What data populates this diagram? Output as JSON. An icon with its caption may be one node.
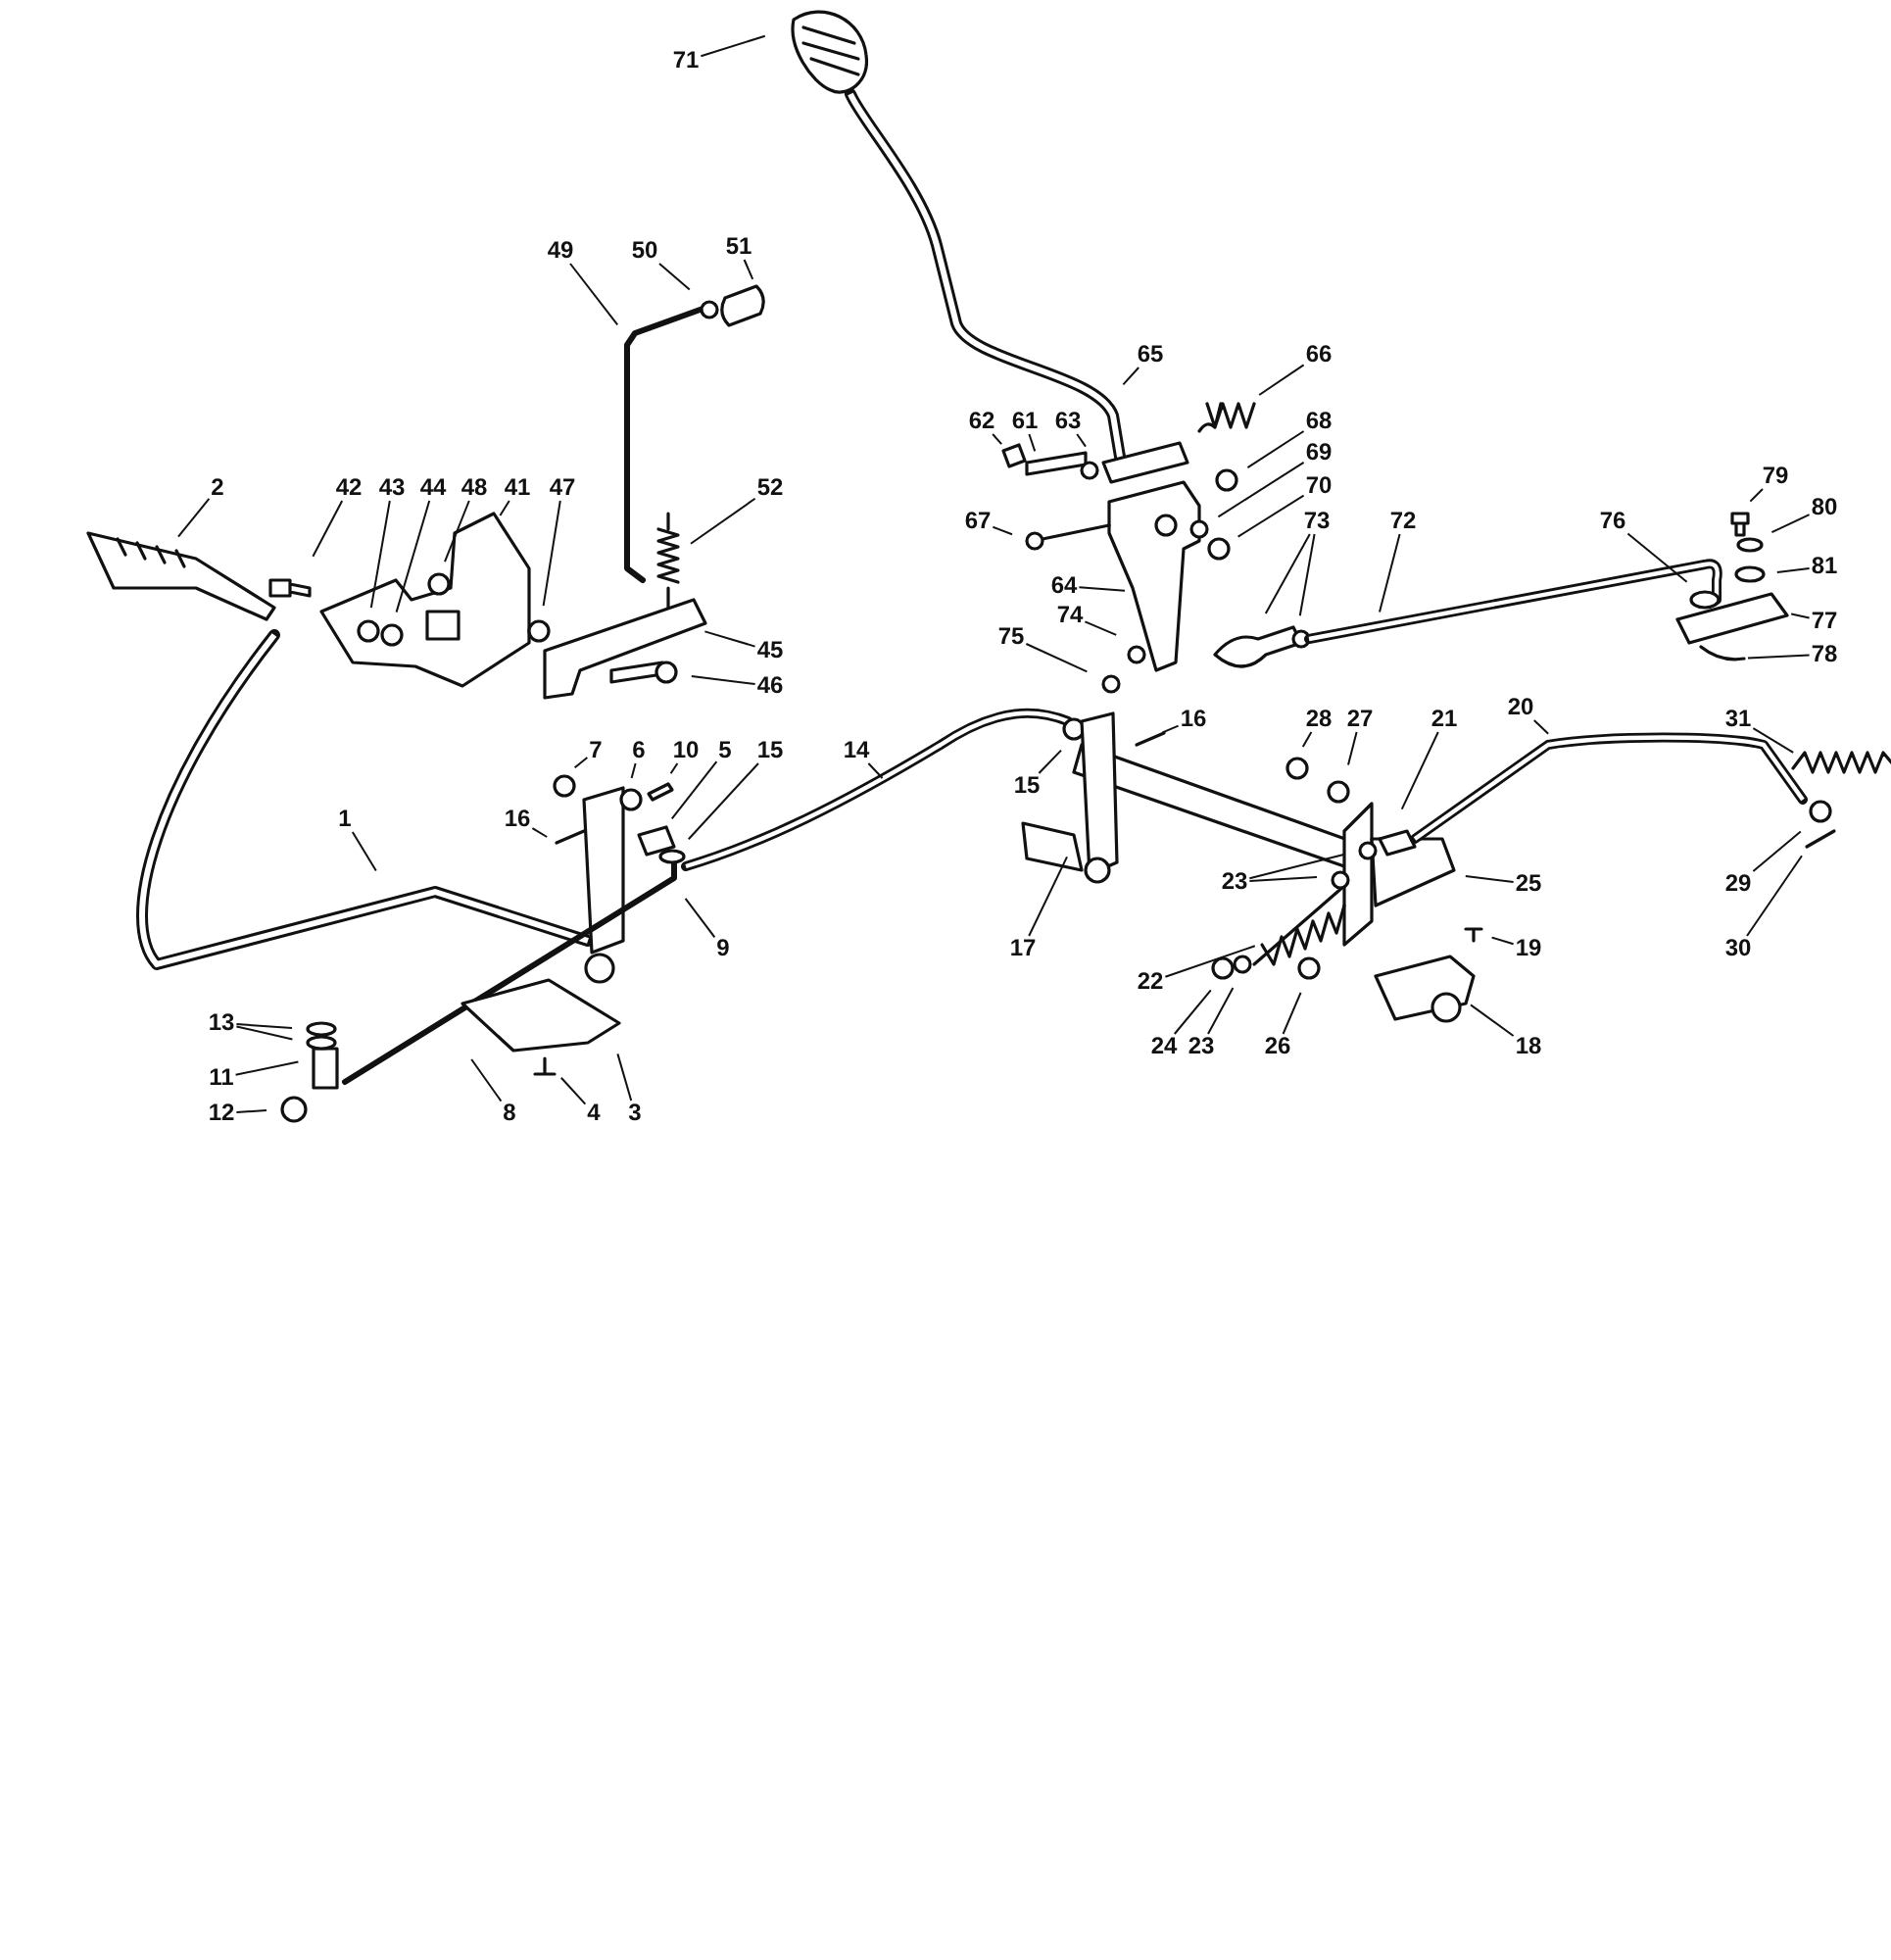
{
  "diagram": {
    "nodes": [
      {
        "text": [
          "71"
        ]
      },
      {
        "text": [
          "49"
        ]
      },
      {
        "text": [
          "50"
        ]
      },
      {
        "text": [
          "51"
        ]
      },
      {
        "text": [
          "65"
        ]
      },
      {
        "text": [
          "66"
        ]
      },
      {
        "text": [
          "62"
        ]
      },
      {
        "text": [
          "61"
        ]
      },
      {
        "text": [
          "63"
        ]
      },
      {
        "text": [
          "68"
        ]
      },
      {
        "text": [
          "69"
        ]
      },
      {
        "text": [
          "2"
        ]
      },
      {
        "text": [
          "42"
        ]
      },
      {
        "text": [
          "43"
        ]
      },
      {
        "text": [
          "44"
        ]
      },
      {
        "text": [
          "48"
        ]
      },
      {
        "text": [
          "41"
        ]
      },
      {
        "text": [
          "47"
        ]
      },
      {
        "text": [
          "52"
        ]
      },
      {
        "text": [
          "67"
        ]
      },
      {
        "text": [
          "70"
        ]
      },
      {
        "text": [
          "73"
        ]
      },
      {
        "text": [
          "72"
        ]
      },
      {
        "text": [
          "76"
        ]
      },
      {
        "text": [
          "79"
        ]
      },
      {
        "text": [
          "80"
        ]
      },
      {
        "text": [
          "81"
        ]
      },
      {
        "text": [
          "64"
        ]
      },
      {
        "text": [
          "75"
        ]
      },
      {
        "text": [
          "74"
        ]
      },
      {
        "text": [
          "77"
        ]
      },
      {
        "text": [
          "78"
        ]
      },
      {
        "text": [
          "45"
        ]
      },
      {
        "text": [
          "46"
        ]
      },
      {
        "text": [
          "7"
        ]
      },
      {
        "text": [
          "6"
        ]
      },
      {
        "text": [
          "10"
        ]
      },
      {
        "text": [
          "5"
        ]
      },
      {
        "text": [
          "15"
        ]
      },
      {
        "text": [
          "14"
        ]
      },
      {
        "text": [
          "16"
        ]
      },
      {
        "text": [
          "16"
        ]
      },
      {
        "text": [
          "28"
        ]
      },
      {
        "text": [
          "27"
        ]
      },
      {
        "text": [
          "21"
        ]
      },
      {
        "text": [
          "20"
        ]
      },
      {
        "text": [
          "31"
        ]
      },
      {
        "text": [
          "1"
        ]
      },
      {
        "text": [
          "15"
        ]
      },
      {
        "text": [
          "23"
        ]
      },
      {
        "text": [
          "25"
        ]
      },
      {
        "text": [
          "9"
        ]
      },
      {
        "text": [
          "17"
        ]
      },
      {
        "text": [
          "19"
        ]
      },
      {
        "text": [
          "29"
        ]
      },
      {
        "text": [
          "22"
        ]
      },
      {
        "text": [
          "13"
        ]
      },
      {
        "text": [
          "11"
        ]
      },
      {
        "text": [
          "24"
        ]
      },
      {
        "text": [
          "23"
        ]
      },
      {
        "text": [
          "26"
        ]
      },
      {
        "text": [
          "18"
        ]
      },
      {
        "text": [
          "30"
        ]
      },
      {
        "text": [
          "12"
        ]
      },
      {
        "text": [
          "8"
        ]
      },
      {
        "text": [
          "4"
        ]
      },
      {
        "text": [
          "3"
        ]
      }
    ],
    "edges": [
      {
        "from": 0,
        "to": null,
        "arrow": "none"
      },
      {
        "from": 1,
        "to": null,
        "arrow": "none"
      },
      {
        "from": 2,
        "to": null,
        "arrow": "none"
      },
      {
        "from": 3,
        "to": null,
        "arrow": "none"
      },
      {
        "from": 4,
        "to": null,
        "arrow": "none"
      },
      {
        "from": 5,
        "to": null,
        "arrow": "none"
      },
      {
        "from": 6,
        "to": null,
        "arrow": "none"
      },
      {
        "from": 7,
        "to": null,
        "arrow": "none"
      },
      {
        "from": 8,
        "to": null,
        "arrow": "none"
      },
      {
        "from": 9,
        "to": null,
        "arrow": "none"
      },
      {
        "from": 10,
        "to": null,
        "arrow": "none"
      },
      {
        "from": 11,
        "to": null,
        "arrow": "none"
      },
      {
        "from": 12,
        "to": null,
        "arrow": "none"
      },
      {
        "from": 13,
        "to": null,
        "arrow": "none"
      },
      {
        "from": 14,
        "to": null,
        "arrow": "none"
      },
      {
        "from": 15,
        "to": null,
        "arrow": "none"
      },
      {
        "from": 16,
        "to": null,
        "arrow": "none"
      },
      {
        "from": 17,
        "to": null,
        "arrow": "none"
      },
      {
        "from": 18,
        "to": null,
        "arrow": "none"
      },
      {
        "from": 19,
        "to": null,
        "arrow": "none"
      },
      {
        "from": 20,
        "to": null,
        "arrow": "none"
      },
      {
        "from": 21,
        "to": null,
        "arrow": "none"
      },
      {
        "from": 22,
        "to": null,
        "arrow": "none"
      },
      {
        "from": 23,
        "to": null,
        "arrow": "none"
      },
      {
        "from": 24,
        "to": null,
        "arrow": "none"
      },
      {
        "from": 25,
        "to": null,
        "arrow": "none"
      },
      {
        "from": 26,
        "to": null,
        "arrow": "none"
      },
      {
        "from": 27,
        "to": null,
        "arrow": "none"
      },
      {
        "from": 28,
        "to": null,
        "arrow": "none"
      },
      {
        "from": 29,
        "to": null,
        "arrow": "none"
      },
      {
        "from": 30,
        "to": null,
        "arrow": "none"
      },
      {
        "from": 31,
        "to": null,
        "arrow": "none"
      },
      {
        "from": 32,
        "to": null,
        "arrow": "none"
      },
      {
        "from": 33,
        "to": null,
        "arrow": "none"
      },
      {
        "from": 34,
        "to": null,
        "arrow": "none"
      },
      {
        "from": 35,
        "to": null,
        "arrow": "none"
      },
      {
        "from": 36,
        "to": null,
        "arrow": "none"
      },
      {
        "from": 37,
        "to": null,
        "arrow": "none"
      },
      {
        "from": 38,
        "to": null,
        "arrow": "none"
      },
      {
        "from": 39,
        "to": null,
        "arrow": "none"
      },
      {
        "from": 40,
        "to": null,
        "arrow": "none"
      },
      {
        "from": 41,
        "to": null,
        "arrow": "none"
      },
      {
        "from": 42,
        "to": null,
        "arrow": "none"
      },
      {
        "from": 43,
        "to": null,
        "arrow": "none"
      },
      {
        "from": 44,
        "to": null,
        "arrow": "none"
      },
      {
        "from": 45,
        "to": null,
        "arrow": "none"
      },
      {
        "from": 46,
        "to": null,
        "arrow": "none"
      },
      {
        "from": 47,
        "to": null,
        "arrow": "none"
      },
      {
        "from": 48,
        "to": null,
        "arrow": "none"
      },
      {
        "from": 49,
        "to": null,
        "arrow": "none"
      },
      {
        "from": 50,
        "to": null,
        "arrow": "none"
      },
      {
        "from": 51,
        "to": null,
        "arrow": "none"
      },
      {
        "from": 52,
        "to": null,
        "arrow": "none"
      },
      {
        "from": 53,
        "to": null,
        "arrow": "none"
      },
      {
        "from": 54,
        "to": null,
        "arrow": "none"
      },
      {
        "from": 55,
        "to": null,
        "arrow": "none"
      },
      {
        "from": 56,
        "to": null,
        "arrow": "none"
      },
      {
        "from": 57,
        "to": null,
        "arrow": "none"
      },
      {
        "from": 58,
        "to": null,
        "arrow": "none"
      },
      {
        "from": 59,
        "to": null,
        "arrow": "none"
      },
      {
        "from": 60,
        "to": null,
        "arrow": "none"
      },
      {
        "from": 61,
        "to": null,
        "arrow": "none"
      },
      {
        "from": 62,
        "to": null,
        "arrow": "none"
      },
      {
        "from": 63,
        "to": null,
        "arrow": "none"
      },
      {
        "from": 64,
        "to": null,
        "arrow": "none"
      },
      {
        "from": 65,
        "to": null,
        "arrow": "none"
      },
      {
        "from": 66,
        "to": null,
        "arrow": "none"
      },
      {
        "from": 21,
        "to": null,
        "arrow": "none"
      },
      {
        "from": 49,
        "to": null,
        "arrow": "none"
      },
      {
        "from": 56,
        "to": null,
        "arrow": "none"
      }
    ]
  }
}
